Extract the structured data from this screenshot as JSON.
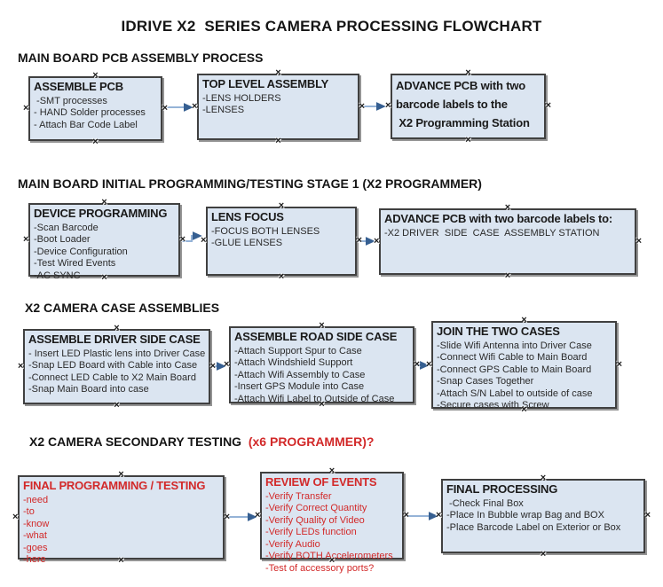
{
  "title": "IDRIVE X2  SERIES CAMERA PROCESSING FLOWCHART",
  "colors": {
    "box_fill": "#dbe5f1",
    "box_border": "#404040",
    "red_text": "#d22929",
    "black_text": "#1a1a1a",
    "connector_line": "#95b3d7",
    "connector_arrowhead": "#365f91"
  },
  "sections": [
    {
      "heading": "MAIN BOARD PCB ASSEMBLY PROCESS"
    },
    {
      "heading": "MAIN BOARD INITIAL PROGRAMMING/TESTING STAGE 1 (X2 PROGRAMMER)"
    },
    {
      "heading": "X2 CAMERA CASE ASSEMBLIES"
    },
    {
      "heading": "X2 CAMERA SECONDARY TESTING  ",
      "heading_suffix": "(x6 PROGRAMMER)?"
    }
  ],
  "boxes": {
    "assemble_pcb": {
      "title": "ASSEMBLE PCB",
      "items": [
        " -SMT processes",
        "- HAND Solder processes",
        "- Attach Bar Code Label"
      ]
    },
    "top_level_assembly": {
      "title": "TOP LEVEL ASSEMBLY",
      "items": [
        "-LENS HOLDERS",
        "-LENSES"
      ]
    },
    "advance_pcb_row1": {
      "title": "ADVANCE PCB with two\nbarcode labels to the\n X2 Programming Station",
      "items": []
    },
    "device_programming": {
      "title": "DEVICE PROGRAMMING",
      "items": [
        "-Scan Barcode",
        "-Boot Loader",
        "-Device Configuration",
        "-Test Wired Events",
        "-AC SYNC"
      ]
    },
    "lens_focus": {
      "title": "LENS FOCUS",
      "items": [
        "-FOCUS BOTH LENSES",
        "-GLUE LENSES"
      ]
    },
    "advance_pcb_row2": {
      "title": "ADVANCE PCB with two barcode labels to:",
      "items": [
        "-X2 DRIVER  SIDE  CASE  ASSEMBLY STATION"
      ]
    },
    "assemble_driver_side": {
      "title": "ASSEMBLE DRIVER SIDE CASE",
      "items": [
        "- Insert LED Plastic lens into Driver Case",
        "-Snap LED Board with Cable into Case",
        "-Connect LED Cable to X2 Main Board",
        "-Snap Main Board into case"
      ]
    },
    "assemble_road_side": {
      "title": "ASSEMBLE ROAD SIDE CASE",
      "items": [
        "-Attach Support Spur to Case",
        "-Attach Windshield Support",
        "-Attach Wifi Assembly to Case",
        "-Insert GPS Module into Case",
        "-Attach Wifi Label to Outside of Case"
      ]
    },
    "join_two_cases": {
      "title": "JOIN THE TWO CASES",
      "items": [
        "-Slide Wifi Antenna into Driver Case",
        "-Connect Wifi Cable to Main Board",
        "-Connect GPS Cable to Main Board",
        "-Snap Cases Together",
        "-Attach S/N Label to outside of case",
        "-Secure cases with Screw"
      ]
    },
    "final_programming": {
      "title": "FINAL PROGRAMMING / TESTING",
      "items": [
        "-need",
        "-to",
        "-know",
        "-what",
        "-goes",
        "-here"
      ]
    },
    "review_of_events": {
      "title": "REVIEW OF EVENTS",
      "items": [
        "-Verify Transfer",
        "-Verify Correct Quantity",
        "-Verify Quality of Video",
        "-Verify LEDs function",
        "-Verify Audio",
        "-Verify BOTH Accelerometers",
        "-Test of accessory ports?"
      ]
    },
    "final_processing": {
      "title": "FINAL PROCESSING",
      "items": [
        " -Check Final Box",
        "-Place In Bubble wrap Bag and BOX",
        "-Place Barcode Label on Exterior or Box"
      ]
    }
  },
  "handle_glyph": "×"
}
